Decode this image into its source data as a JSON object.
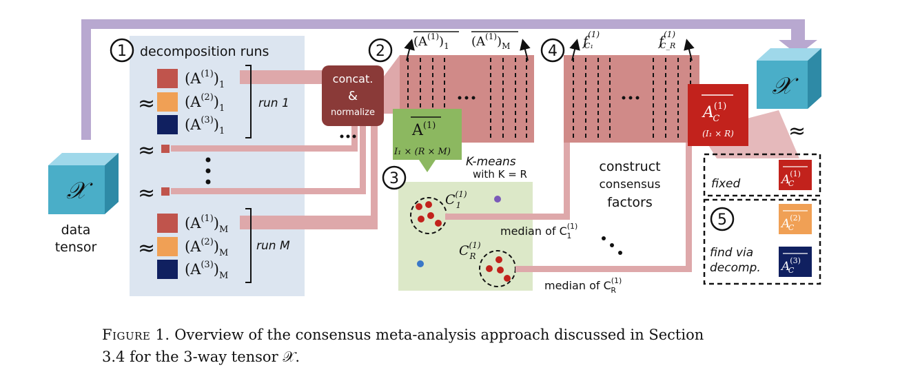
{
  "labels": {
    "decomp_runs": "decomposition runs",
    "data_label_1": "data",
    "data_label_2": "tensor",
    "tensor_symbol": "𝒳",
    "approx": "≈",
    "run1": "run 1",
    "runM": "run M",
    "factor_rows": [
      {
        "base": "(A",
        "sup": "(1)",
        "close": ")",
        "sub": "1"
      },
      {
        "base": "(A",
        "sup": "(2)",
        "close": ")",
        "sub": "1"
      },
      {
        "base": "(A",
        "sup": "(3)",
        "close": ")",
        "sub": "1"
      },
      {
        "base": "(A",
        "sup": "(1)",
        "close": ")",
        "sub": "M"
      },
      {
        "base": "(A",
        "sup": "(2)",
        "close": ")",
        "sub": "M"
      },
      {
        "base": "(A",
        "sup": "(3)",
        "close": ")",
        "sub": "M"
      }
    ],
    "concat_1": "concat.",
    "concat_2": "&",
    "concat_3": "normalize",
    "abar_1": {
      "base": "(A",
      "sup": "(1)",
      "close": ")",
      "sub": "1"
    },
    "abar_M": {
      "base": "(A",
      "sup": "(1)",
      "close": ")",
      "sub": "M"
    },
    "green_box_main": {
      "base": "A",
      "sup": "(1)"
    },
    "green_box_dims": "I₁ × (R × M)",
    "kmeans_1": "K-means",
    "kmeans_2": "with K = R",
    "cluster_1": {
      "base": "C",
      "sup": "(1)",
      "sub": "1"
    },
    "cluster_R": {
      "base": "C",
      "sup": "(1)",
      "sub": "R"
    },
    "median_1": {
      "text": "median of C",
      "sup": "(1)",
      "sub": "1"
    },
    "median_R": {
      "text": "median of C",
      "sup": "(1)",
      "sub": "R"
    },
    "f_1": {
      "base": "f",
      "sup": "(1)",
      "sub": "C₁"
    },
    "f_R": {
      "base": "f",
      "sup": "(1)",
      "sub": "C_R"
    },
    "construct_1": "construct",
    "construct_2": "consensus",
    "construct_3": "factors",
    "consensus_main": {
      "base": "A",
      "sup": "(1)",
      "sub": "C"
    },
    "consensus_dims": "(I₁ × R)",
    "fixed": "fixed",
    "find_via_1": "find via",
    "find_via_2": "decomp.",
    "step_numbers": [
      "1",
      "2",
      "3",
      "4",
      "5"
    ],
    "right_factors": [
      {
        "base": "A",
        "sup": "(1)",
        "sub": "C"
      },
      {
        "base": "A",
        "sup": "(2)",
        "sub": "C"
      },
      {
        "base": "A",
        "sup": "(3)",
        "sub": "C"
      }
    ]
  },
  "caption": {
    "label": "Figure 1.",
    "text_1": "Overview of the consensus meta-analysis approach discussed in Section",
    "text_2": "3.4 for the 3-way tensor 𝒳."
  },
  "colors": {
    "mode1": "#c0544c",
    "mode2": "#f0a055",
    "mode3": "#102060",
    "panel_bg": "#dce5f0",
    "pink_band": "#dea8aa",
    "matrix_fill": "#d08a88",
    "concat_box": "#8a3a38",
    "green_box": "#8cb860",
    "cluster_bg": "#dce8c8",
    "consensus_red": "#c2221c",
    "purple_arrow": "#b8a8d0",
    "cube_front": "#4aaec8",
    "cube_top": "#9fd8ea",
    "cube_side": "#2e8aa6"
  }
}
